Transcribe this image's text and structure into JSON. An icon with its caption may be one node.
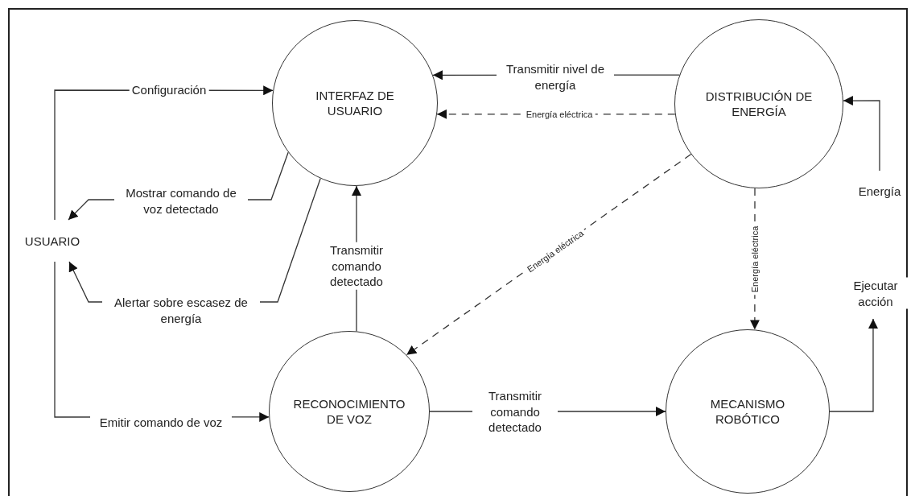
{
  "diagram": {
    "nodes": [
      {
        "text": [
          "USUARIO"
        ]
      },
      {
        "text": [
          "INTERFAZ DE USUARIO"
        ]
      },
      {
        "text": [
          "DISTRIBUCIÓN DE ENERGÍA"
        ]
      },
      {
        "text": [
          "RECONOCIMIENTO DE VOZ"
        ]
      },
      {
        "text": [
          "MECANISMO ROBÓTICO"
        ]
      }
    ],
    "edges": [
      {
        "from": 0,
        "to": 1,
        "arrow": "to",
        "label": "Configuración"
      },
      {
        "from": 1,
        "to": 0,
        "arrow": "to",
        "label": "Mostrar comando de voz detectado"
      },
      {
        "from": 1,
        "to": 0,
        "arrow": "to",
        "label": "Alertar sobre escasez de energía"
      },
      {
        "from": 3,
        "to": 1,
        "arrow": "to",
        "label": "Transmitir comando detectado"
      },
      {
        "from": 2,
        "to": 1,
        "arrow": "to",
        "label": "Transmitir nivel de energía"
      },
      {
        "from": 2,
        "to": 1,
        "arrow": "to",
        "label": "Energía eléctrica",
        "style": "dashed"
      },
      {
        "from": 2,
        "to": 3,
        "arrow": "to",
        "label": "Energía eléctrica",
        "style": "dashed"
      },
      {
        "from": 2,
        "to": 4,
        "arrow": "to",
        "label": "Energía eléctrica",
        "style": "dashed"
      },
      {
        "from": null,
        "to": 2,
        "arrow": "to",
        "label": "Energía"
      },
      {
        "from": 4,
        "to": null,
        "arrow": "to",
        "label": "Ejecutar acción"
      },
      {
        "from": 0,
        "to": 3,
        "arrow": "to",
        "label": "Emitir comando de voz"
      },
      {
        "from": 3,
        "to": 4,
        "arrow": "to",
        "label": "Transmitir comando detectado"
      }
    ]
  }
}
